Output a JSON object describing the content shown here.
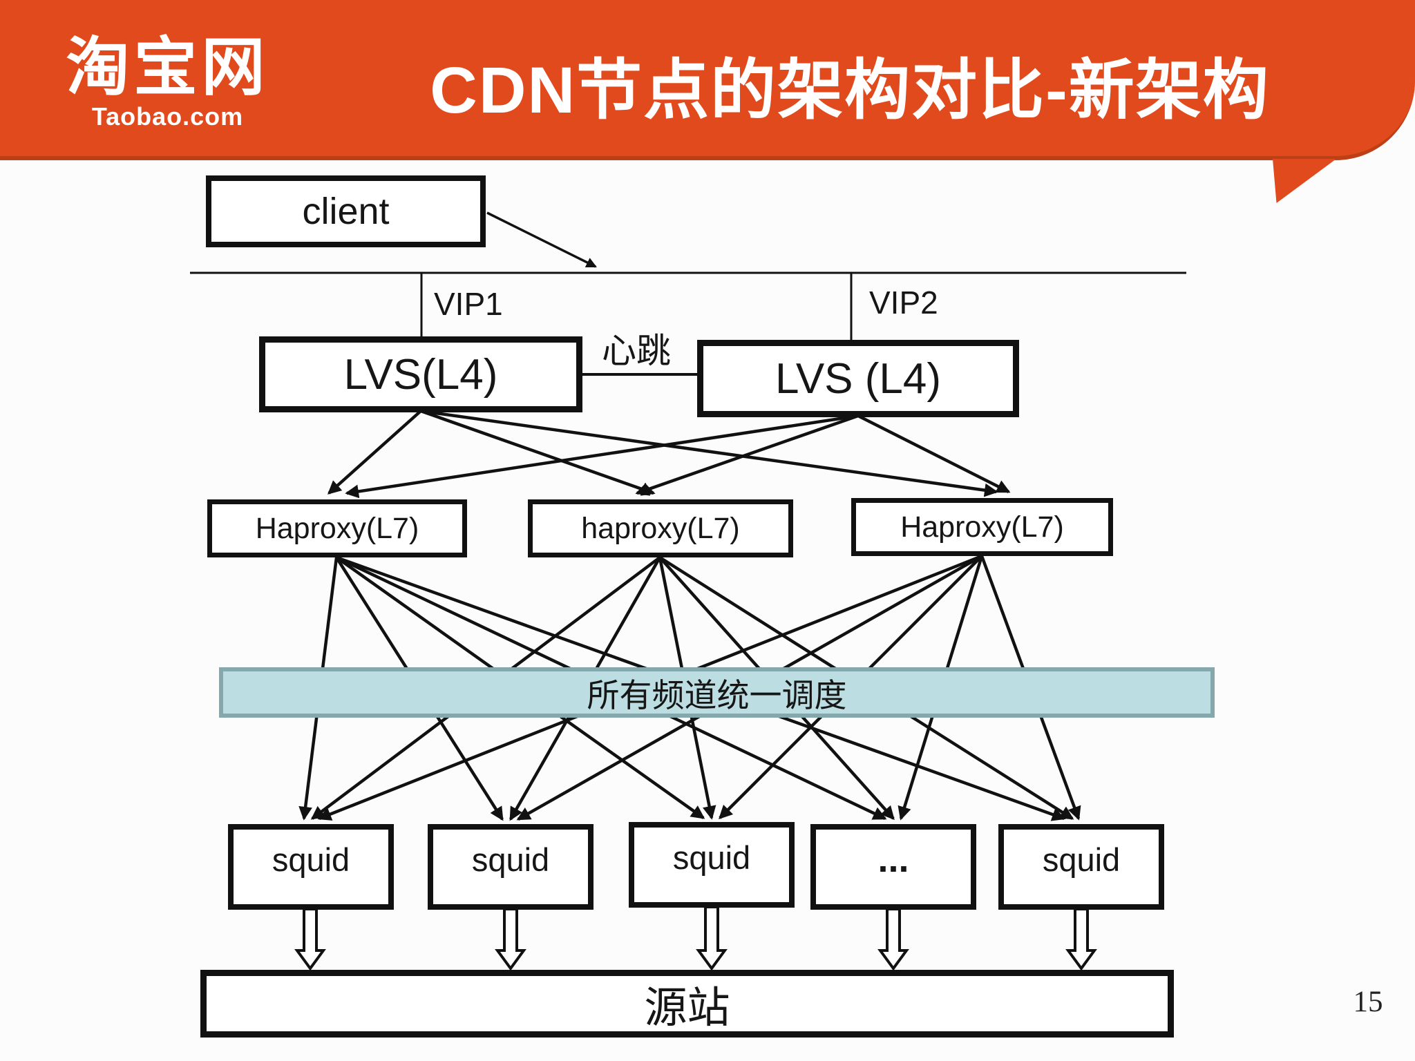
{
  "slide": {
    "page_number": "15"
  },
  "header": {
    "logo": {
      "cn": "淘宝网",
      "en": "Taobao.com"
    },
    "title": "CDN节点的架构对比-新架构",
    "colors": {
      "banner": "#e14a1c",
      "banner_edge": "#bd3f15",
      "text": "#ffffff"
    }
  },
  "diagram": {
    "nodes": {
      "client": "client",
      "vip1": "VIP1",
      "vip2": "VIP2",
      "lvs1": "LVS(L4)",
      "lvs2": "LVS (L4)",
      "heartbeat": "心跳",
      "haproxy1": "Haproxy(L7)",
      "haproxy2": "haproxy(L7)",
      "haproxy3": "Haproxy(L7)",
      "scheduler": "所有频道统一调度",
      "origin": "源站"
    },
    "squids": [
      {
        "label": "squid"
      },
      {
        "label": "squid"
      },
      {
        "label": "squid"
      },
      {
        "label": "..."
      },
      {
        "label": "squid"
      }
    ],
    "colors": {
      "stroke": "#111111",
      "box_fill": "#ffffff",
      "scheduler_fill": "#bcdee2",
      "scheduler_border": "#84a8ac"
    }
  }
}
